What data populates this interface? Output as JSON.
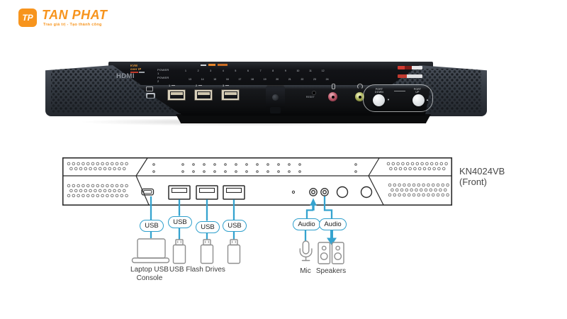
{
  "colors": {
    "accent_blue": "#2E9FCC",
    "logo_orange": "#F7941D",
    "mic_jack": "#BB5768",
    "phone_jack": "#A9B158"
  },
  "logo": {
    "monogram": "TP",
    "name": "TAN PHAT",
    "tagline": "Trao giá trị - Tạo thành công"
  },
  "device_photo": {
    "kvm_over_ip": "KVM over IP",
    "hdmi": "HDMI",
    "power1": "POWER 1",
    "power2": "POWER 2",
    "reset": "RESET",
    "usb_port_numbers": [
      "1",
      "2",
      "3"
    ],
    "port_down": [
      "PORT",
      "DOWN"
    ],
    "port_up": [
      "PORT",
      "UP"
    ],
    "led_numbers_top": [
      "1",
      "2",
      "3",
      "4",
      "5",
      "6",
      "7",
      "8",
      "9",
      "10",
      "11",
      "12"
    ],
    "led_numbers_bottom": [
      "13",
      "14",
      "15",
      "16",
      "17",
      "18",
      "19",
      "20",
      "21",
      "22",
      "23",
      "24"
    ]
  },
  "diagram": {
    "usb_label": "USB",
    "audio_label": "Audio",
    "laptop_line1": "Laptop USB",
    "laptop_line2": "Console",
    "flash_label": "USB Flash Drives",
    "mic_label": "Mic",
    "speakers_label": "Speakers",
    "model": "KN4024VB",
    "view": "(Front)"
  }
}
